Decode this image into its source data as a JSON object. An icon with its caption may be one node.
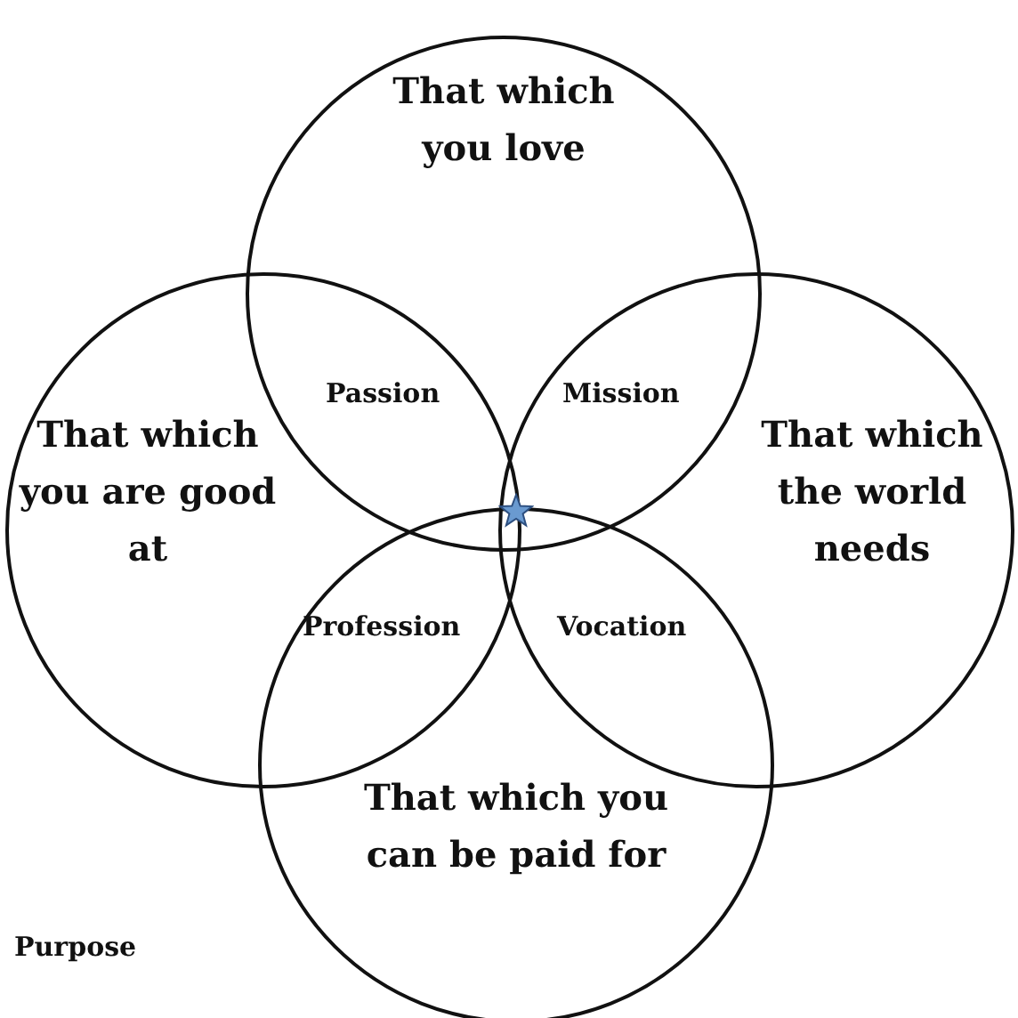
{
  "diagram": {
    "nodes": [
      {
        "text": [
          "That which you love"
        ]
      },
      {
        "text": [
          "That which you are good at"
        ]
      },
      {
        "text": [
          "That which the world needs"
        ]
      },
      {
        "text": [
          "That which you can be paid for"
        ]
      }
    ],
    "labels": [
      "Passion",
      "Mission",
      "Profession",
      "Vocation",
      "Purpose"
    ]
  }
}
